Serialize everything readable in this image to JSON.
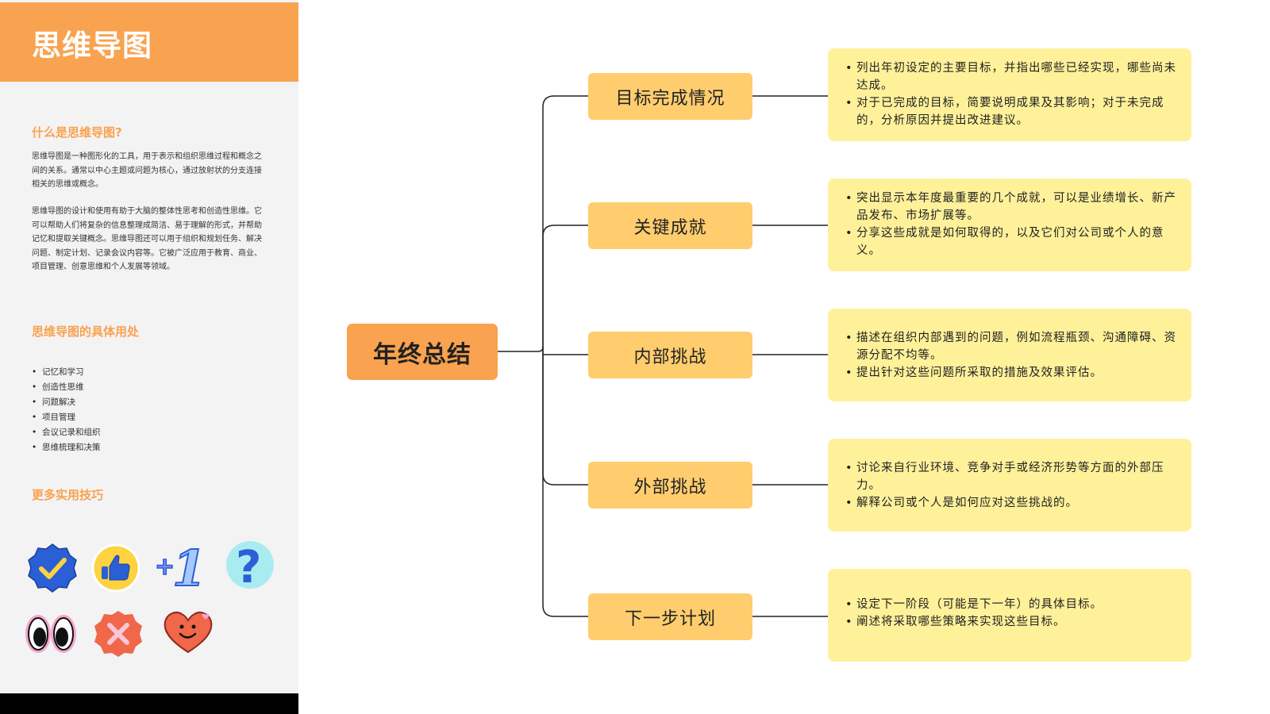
{
  "sidebar": {
    "title": "思维导图",
    "what_heading": "什么是思维导图?",
    "what_paragraphs": [
      "思维导图是一种图形化的工具，用于表示和组织思维过程和概念之间的关系。通常以中心主题或问题为核心，通过放射状的分支连接相关的思维或概念。",
      "思维导图的设计和使用有助于大脑的整体性思考和创造性思维。它可以帮助人们将复杂的信息整理成简洁、易于理解的形式，并帮助记忆和提取关键概念。思维导图还可以用于组织和规划任务、解决问题、制定计划、记录会议内容等。它被广泛应用于教育、商业、项目管理、创意思维和个人发展等领域。"
    ],
    "uses_heading": "思维导图的具体用处",
    "uses": [
      "记忆和学习",
      "创造性思维",
      "问题解决",
      "项目管理",
      "会议记录和组织",
      "思维梳理和决策"
    ],
    "tips_heading": "更多实用技巧",
    "stickers": [
      "check-badge-icon",
      "thumbs-up-icon",
      "plus-one-icon",
      "question-mark-icon",
      "eyes-icon",
      "x-badge-icon",
      "smiling-heart-icon"
    ],
    "sticker_text": {
      "plus_one": "+1",
      "question": "?"
    }
  },
  "mindmap": {
    "center": "年终总结",
    "branches": [
      {
        "label": "目标完成情况",
        "details": [
          "列出年初设定的主要目标，并指出哪些已经实现，哪些尚未达成。",
          "对于已完成的目标，简要说明成果及其影响；对于未完成的，分析原因并提出改进建议。"
        ]
      },
      {
        "label": "关键成就",
        "details": [
          "突出显示本年度最重要的几个成就，可以是业绩增长、新产品发布、市场扩展等。",
          "分享这些成就是如何取得的，以及它们对公司或个人的意义。"
        ]
      },
      {
        "label": "内部挑战",
        "details": [
          "描述在组织内部遇到的问题，例如流程瓶颈、沟通障碍、资源分配不均等。",
          "提出针对这些问题所采取的措施及效果评估。"
        ]
      },
      {
        "label": "外部挑战",
        "details": [
          "讨论来自行业环境、竞争对手或经济形势等方面的外部压力。",
          "解释公司或个人是如何应对这些挑战的。"
        ]
      },
      {
        "label": "下一步计划",
        "details": [
          "设定下一阶段（可能是下一年）的具体目标。",
          "阐述将采取哪些策略来实现这些目标。"
        ]
      }
    ]
  },
  "colors": {
    "accent_orange": "#f9a24f",
    "branch_yellow": "#ffcd6e",
    "detail_yellow": "#fff19a",
    "sidebar_bg": "#f3f3f3"
  }
}
